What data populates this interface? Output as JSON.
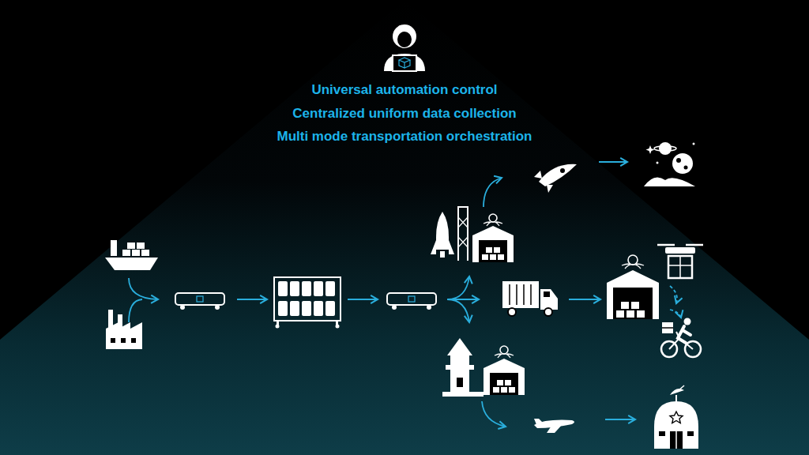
{
  "diagram": {
    "labels": [
      "Universal automation control",
      "Centralized uniform data collection",
      "Multi mode transportation orchestration"
    ]
  }
}
